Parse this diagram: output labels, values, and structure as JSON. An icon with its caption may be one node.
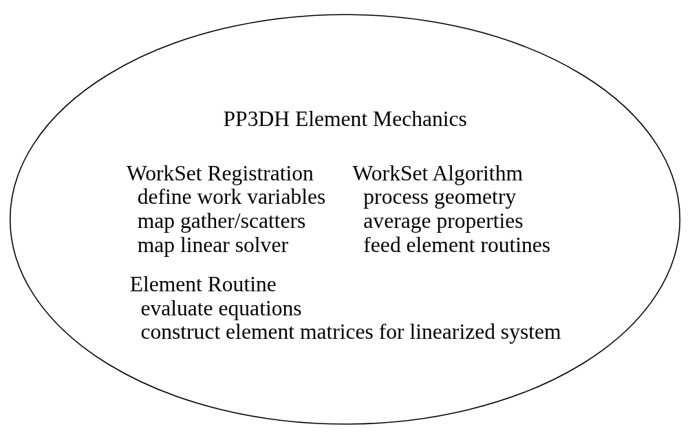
{
  "diagram": {
    "nodes": [
      {
        "text": [
          "PP3DH Element Mechanics",
          "WorkSet Registration",
          "define work variables",
          "map gather/scatters",
          "map linear solver",
          "WorkSet Algorithm",
          "process geometry",
          "average properties",
          "feed element routines",
          "Element Routine",
          "evaluate equations",
          "construct element matrices for linearized system"
        ]
      }
    ]
  }
}
